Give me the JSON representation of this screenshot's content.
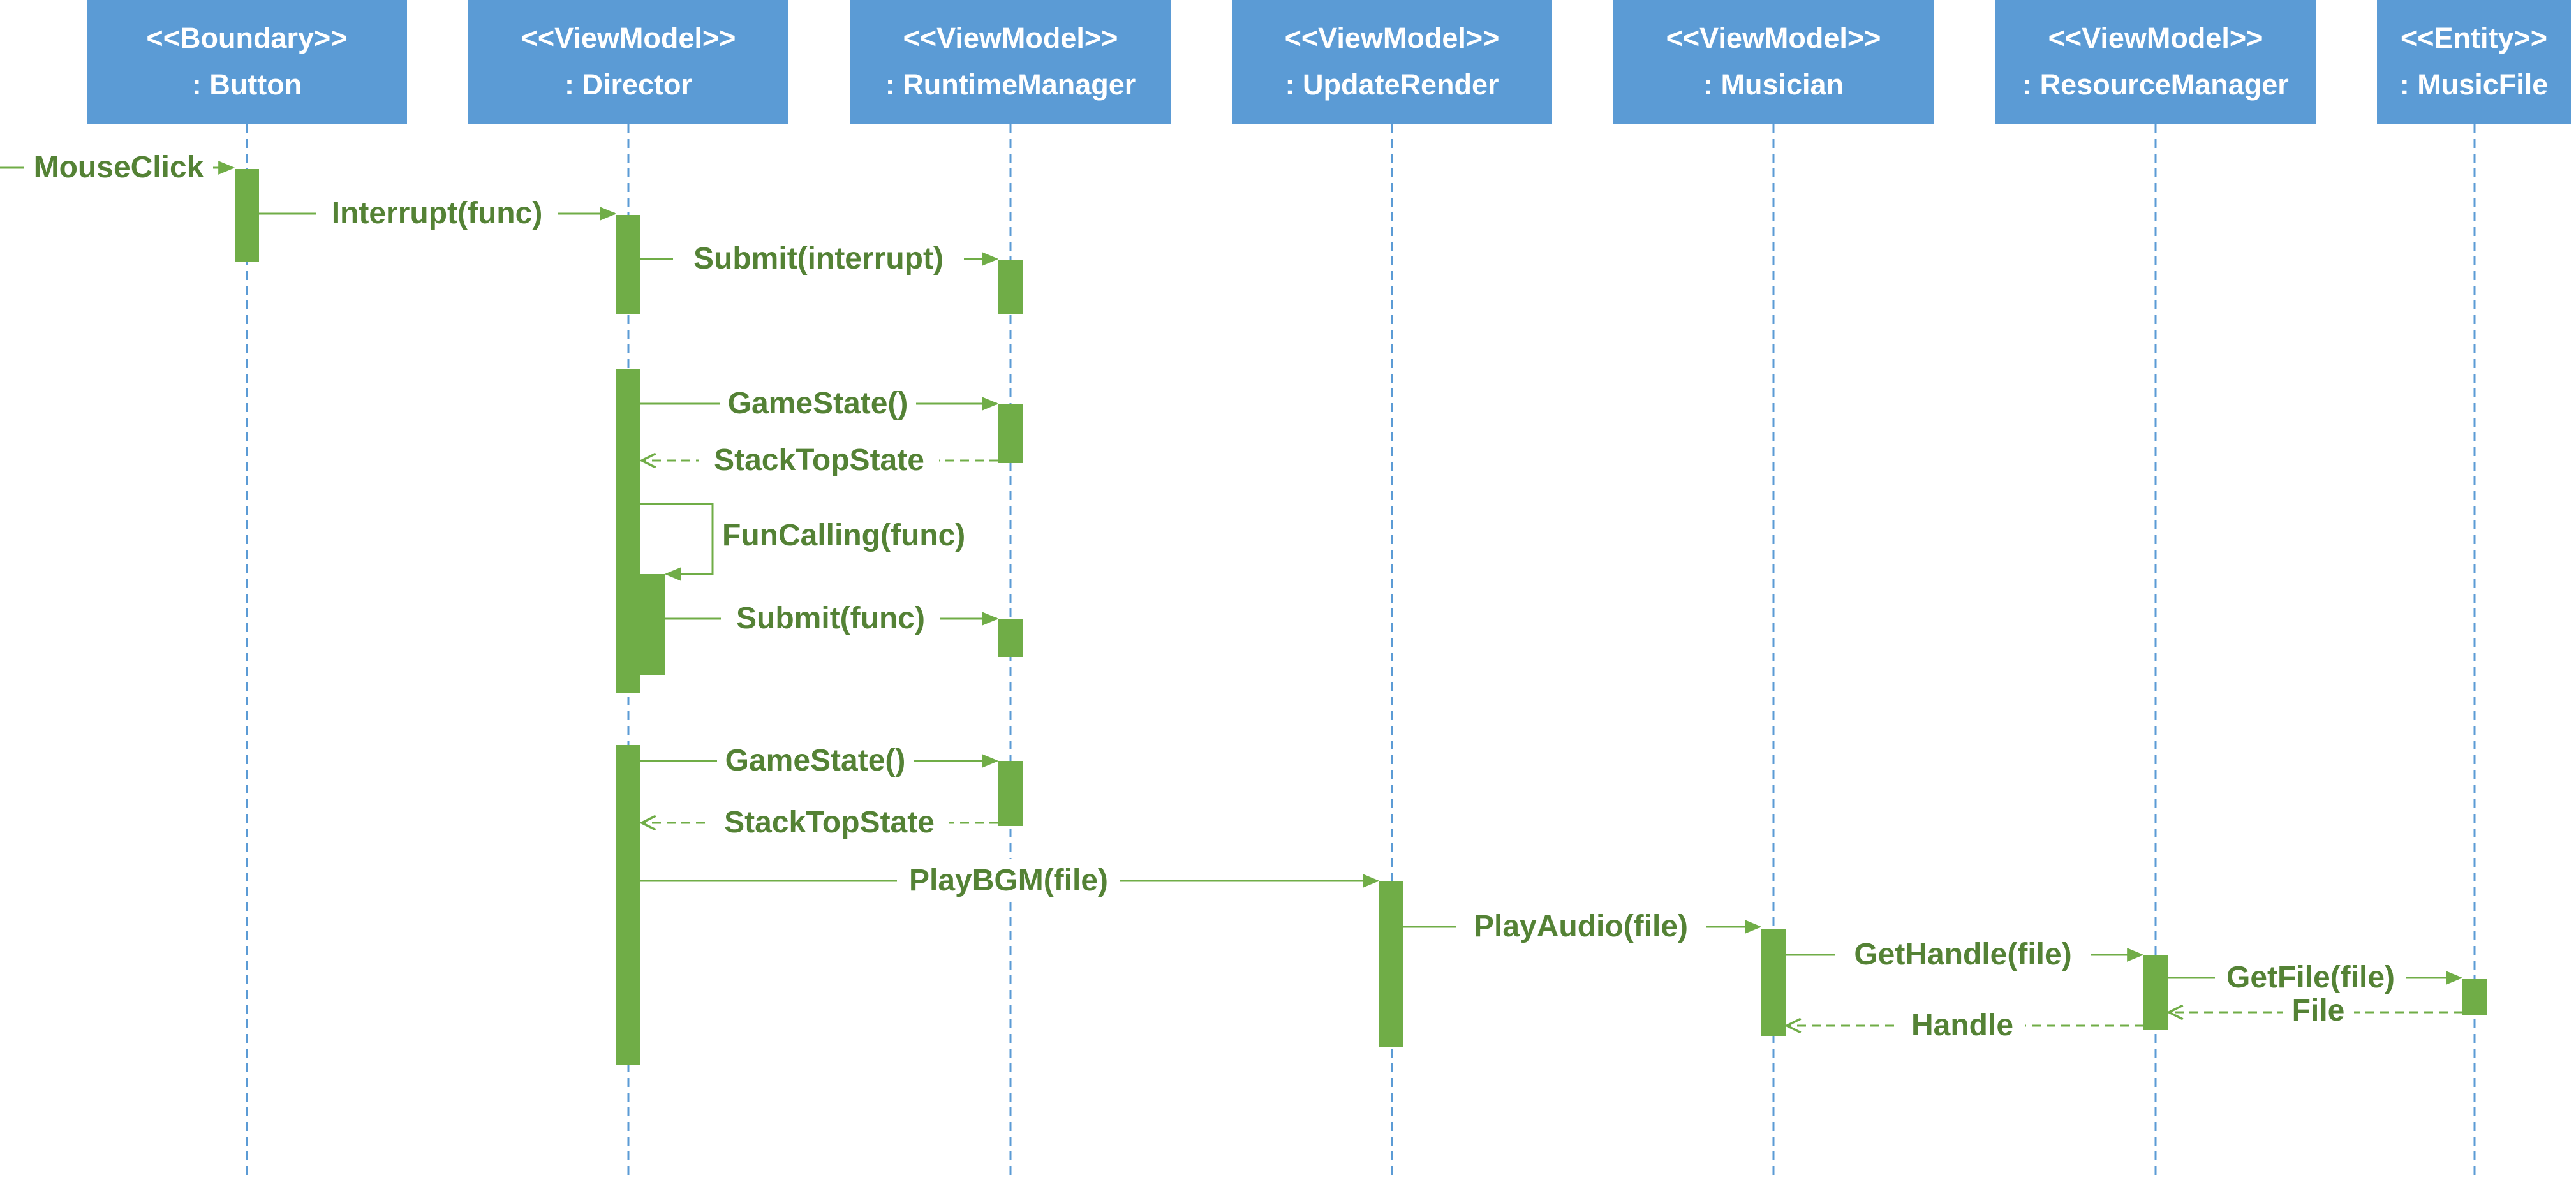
{
  "diagram": {
    "type": "sequence",
    "colors": {
      "actor_fill": "#5B9BD5",
      "actor_text": "#ffffff",
      "lifeline": "#5B9BD5",
      "activation": "#70AD47",
      "message_line": "#70AD47",
      "message_text": "#548235"
    },
    "participants": [
      {
        "id": "button",
        "stereotype": "<<Boundary>>",
        "name": ": Button"
      },
      {
        "id": "director",
        "stereotype": "<<ViewModel>>",
        "name": ": Director"
      },
      {
        "id": "runtime",
        "stereotype": "<<ViewModel>>",
        "name": ": RuntimeManager"
      },
      {
        "id": "update",
        "stereotype": "<<ViewModel>>",
        "name": ": UpdateRender"
      },
      {
        "id": "musician",
        "stereotype": "<<ViewModel>>",
        "name": ": Musician"
      },
      {
        "id": "resource",
        "stereotype": "<<ViewModel>>",
        "name": ": ResourceManager"
      },
      {
        "id": "musicfile",
        "stereotype": "<<Entity>>",
        "name": ": MusicFile"
      }
    ],
    "messages": [
      {
        "label": "MouseClick",
        "from": null,
        "to": "button",
        "kind": "call"
      },
      {
        "label": "Interrupt(func)",
        "from": "button",
        "to": "director",
        "kind": "call"
      },
      {
        "label": "Submit(interrupt)",
        "from": "director",
        "to": "runtime",
        "kind": "call"
      },
      {
        "label": "GameState()",
        "from": "director",
        "to": "runtime",
        "kind": "call"
      },
      {
        "label": "StackTopState",
        "from": "runtime",
        "to": "director",
        "kind": "reply"
      },
      {
        "label": "FunCalling(func)",
        "from": "director",
        "to": "director",
        "kind": "self"
      },
      {
        "label": "Submit(func)",
        "from": "director",
        "to": "runtime",
        "kind": "call"
      },
      {
        "label": "GameState()",
        "from": "director",
        "to": "runtime",
        "kind": "call"
      },
      {
        "label": "StackTopState",
        "from": "runtime",
        "to": "director",
        "kind": "reply"
      },
      {
        "label": "PlayBGM(file)",
        "from": "director",
        "to": "update",
        "kind": "call"
      },
      {
        "label": "PlayAudio(file)",
        "from": "update",
        "to": "musician",
        "kind": "call"
      },
      {
        "label": "GetHandle(file)",
        "from": "musician",
        "to": "resource",
        "kind": "call"
      },
      {
        "label": "GetFile(file)",
        "from": "resource",
        "to": "musicfile",
        "kind": "call"
      },
      {
        "label": "File",
        "from": "musicfile",
        "to": "resource",
        "kind": "reply"
      },
      {
        "label": "Handle",
        "from": "resource",
        "to": "musician",
        "kind": "reply"
      }
    ]
  }
}
